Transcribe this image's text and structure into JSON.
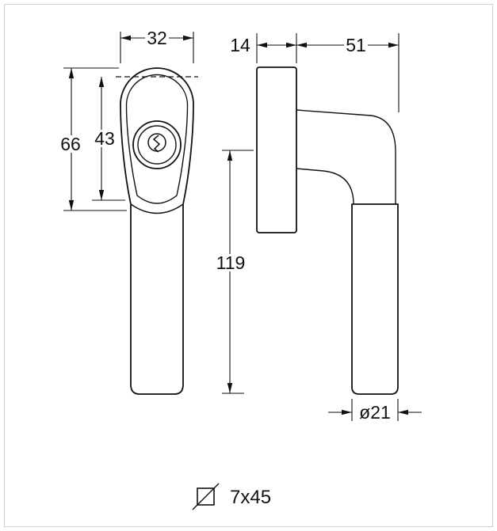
{
  "page": {
    "background_color": "#ffffff",
    "line_color": "#111111"
  },
  "drawing": {
    "dimensions": {
      "rosette_width": "32",
      "plate_thickness": "14",
      "handle_reach": "51",
      "rosette_height": "66",
      "rosette_inner_height": "43",
      "handle_length": "119",
      "grip_diameter": "ø21",
      "spindle_spec": "7x45"
    }
  }
}
